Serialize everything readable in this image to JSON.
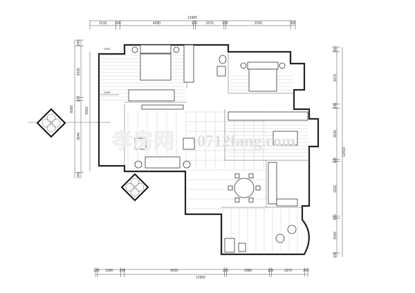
{
  "top_dimensions": {
    "total": "11980",
    "segments": [
      "1510",
      "240",
      "4280",
      "120",
      "1670",
      "120",
      "3760",
      "280"
    ]
  },
  "bottom_dimensions": {
    "total": "12900",
    "segments": [
      "120",
      "1390",
      "200",
      "6020",
      "120",
      "2580",
      "120",
      "1970",
      "200"
    ]
  },
  "left_dimensions": {
    "outer_total": "6080",
    "inner_total": "5560",
    "segments": [
      "240",
      "2030",
      "120",
      "2840",
      "240"
    ]
  },
  "right_dimensions": {
    "total": "12410",
    "segments": [
      "280",
      "3070",
      "240",
      "3030",
      "120",
      "3220",
      "120",
      "2040",
      "240"
    ]
  },
  "inner_dimensions": [
    "1390",
    "1390"
  ],
  "watermark": {
    "text_cn": "孝房网",
    "text_url": "0712fang.com"
  },
  "colors": {
    "lines": "#222222",
    "watermark": "#d6d6d6"
  }
}
